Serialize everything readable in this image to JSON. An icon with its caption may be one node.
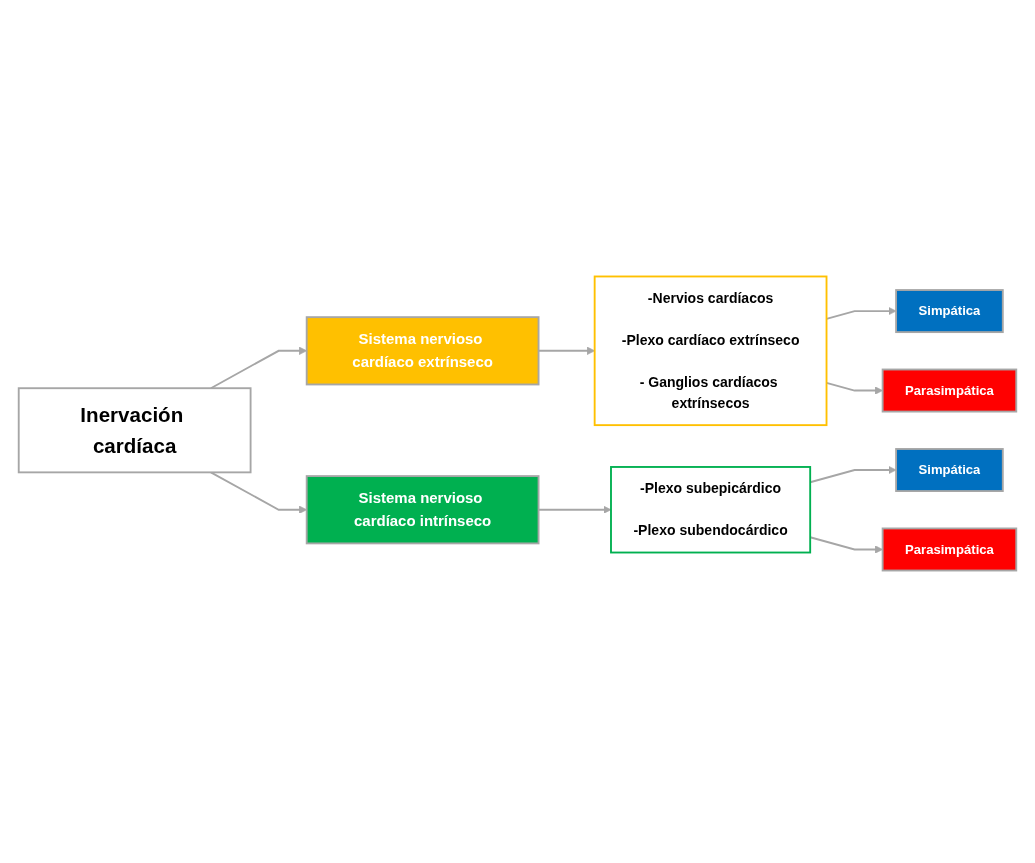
{
  "diagram": {
    "nodes": [
      {
        "text": [
          "Inervación cardíaca"
        ]
      },
      {
        "text": [
          "Sistema nervioso cardíaco extrínseco"
        ]
      },
      {
        "text": [
          "-Nervios cardíacos",
          "-Plexo cardíaco extrínseco",
          "- Ganglios cardíacos extrínsecos"
        ]
      },
      {
        "text": [
          "Simpática"
        ]
      },
      {
        "text": [
          "Parasimpática"
        ]
      },
      {
        "text": [
          "Sistema nervioso cardíaco intrínseco"
        ]
      },
      {
        "text": [
          "-Plexo subepicárdico",
          "-Plexo subendocárdico"
        ]
      },
      {
        "text": [
          "Simpática"
        ]
      },
      {
        "text": [
          "Parasimpática"
        ]
      }
    ],
    "edges": [
      {
        "from": 0,
        "to": 1,
        "arrow": "to"
      },
      {
        "from": 0,
        "to": 5,
        "arrow": "to"
      },
      {
        "from": 1,
        "to": 2,
        "arrow": "to"
      },
      {
        "from": 2,
        "to": 3,
        "arrow": "to"
      },
      {
        "from": 2,
        "to": 4,
        "arrow": "to"
      },
      {
        "from": 5,
        "to": 6,
        "arrow": "to"
      },
      {
        "from": 6,
        "to": 7,
        "arrow": "to"
      },
      {
        "from": 6,
        "to": 8,
        "arrow": "to"
      }
    ]
  }
}
